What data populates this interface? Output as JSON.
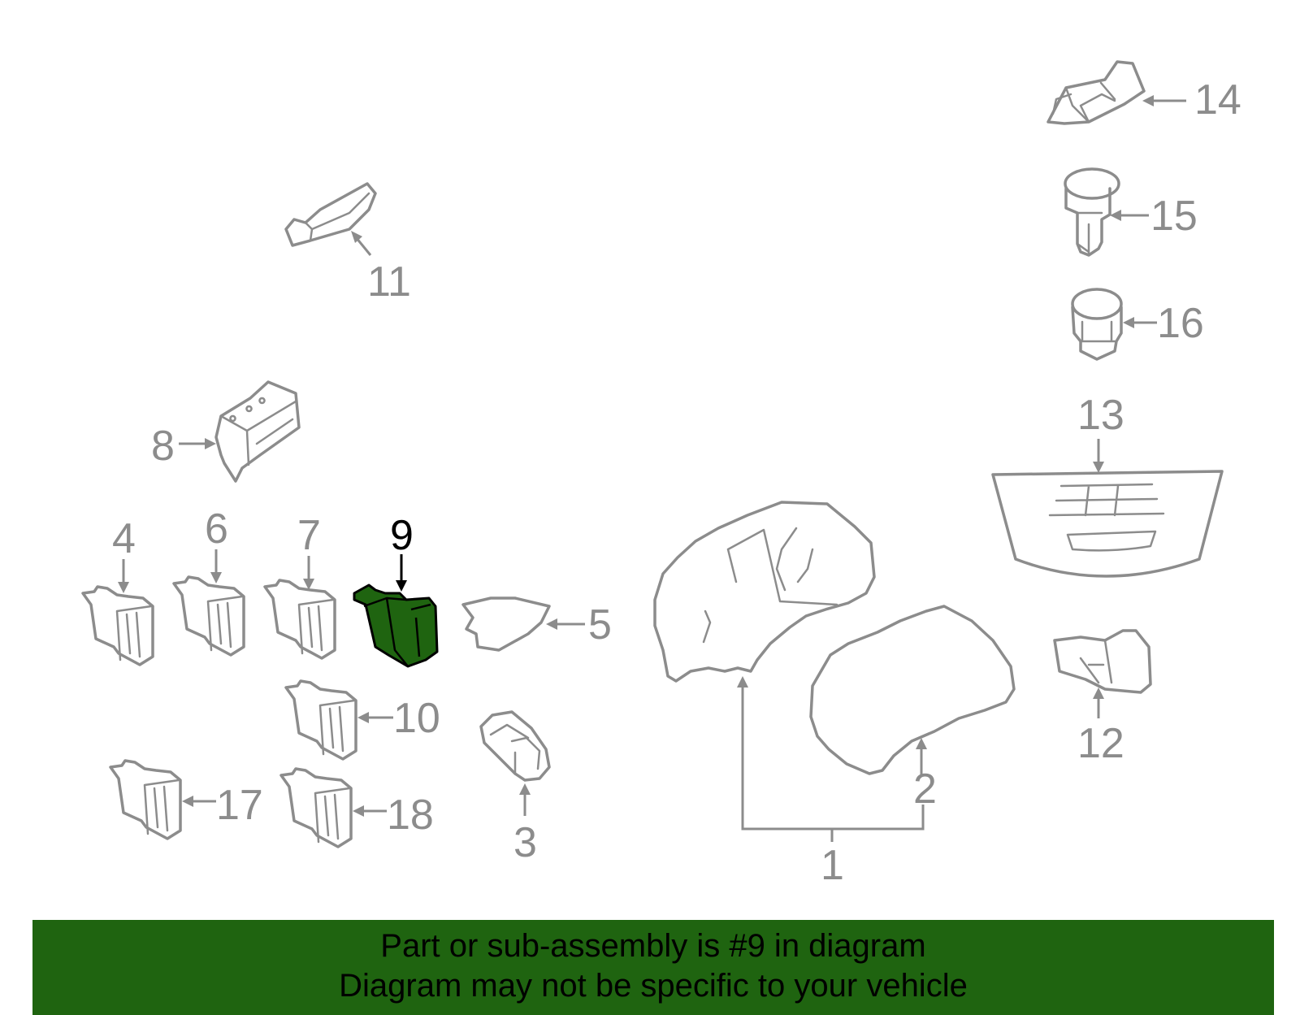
{
  "diagram": {
    "highlighted_part": "9",
    "callouts": {
      "c1": "1",
      "c2": "2",
      "c3": "3",
      "c4": "4",
      "c5": "5",
      "c6": "6",
      "c7": "7",
      "c8": "8",
      "c9": "9",
      "c10": "10",
      "c11": "11",
      "c12": "12",
      "c13": "13",
      "c14": "14",
      "c15": "15",
      "c16": "16",
      "c17": "17",
      "c18": "18"
    },
    "colors": {
      "part_line": "#8c8c8c",
      "highlight": "#1f6410",
      "banner": "#1f6410"
    }
  },
  "banner": {
    "line1": "Part or sub-assembly is #9 in diagram",
    "line2": "Diagram may not be specific to your vehicle"
  }
}
